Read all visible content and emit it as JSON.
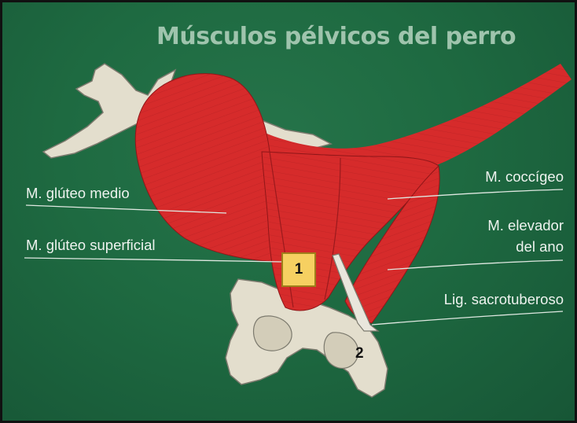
{
  "title": "Músculos pélvicos del perro",
  "labels": {
    "gluteo_medio": "M. glúteo medio",
    "gluteo_superficial": "M. glúteo superficial",
    "coccigeo": "M. coccígeo",
    "elevador_line1": "M. elevador",
    "elevador_line2": "del ano",
    "sacrotuberoso": "Lig. sacrotuberoso"
  },
  "markers": {
    "one": "1",
    "two": "2"
  },
  "colors": {
    "background": "#1e6a41",
    "muscle": "#d62b2b",
    "bone": "#e2dccb",
    "marker_box": "#f6d061"
  }
}
